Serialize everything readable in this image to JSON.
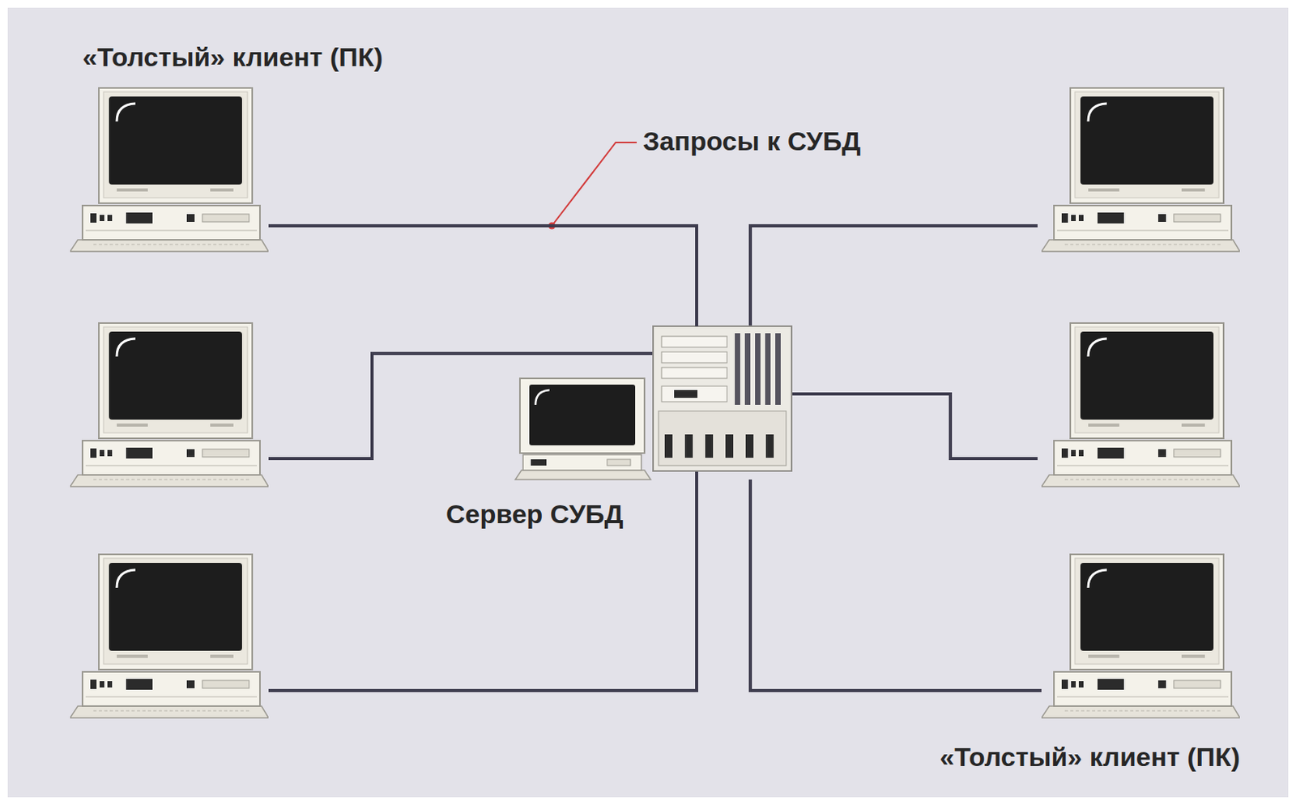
{
  "diagram": {
    "nodes": [
      {
        "text": [
          "«Толстый» клиент (ПК)"
        ]
      },
      {
        "text": [
          "Сервер СУБД"
        ]
      },
      {
        "text": [
          "«Толстый» клиент (ПК)"
        ]
      }
    ],
    "edges": [
      {
        "from": 0,
        "to": 1,
        "arrow": "none"
      },
      {
        "from": 1,
        "to": 2,
        "arrow": "none"
      }
    ],
    "labels": [
      "Запросы к СУБД"
    ]
  }
}
